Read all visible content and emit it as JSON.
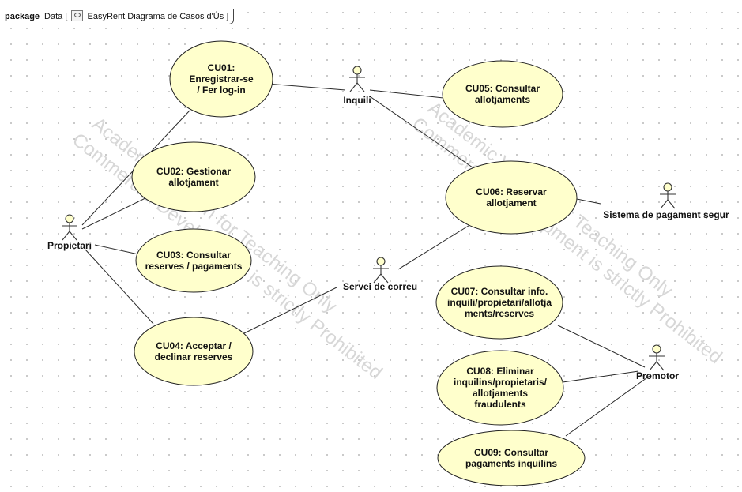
{
  "frame": {
    "keyword": "package",
    "name_prefix": "Data [",
    "diagram_name": "EasyRent Diagrama de Casos d'Ús ]"
  },
  "use_cases": [
    {
      "id": "cu01",
      "lines": [
        "CU01:",
        "Enregistrar-se",
        "/ Fer log-in"
      ]
    },
    {
      "id": "cu02",
      "lines": [
        "CU02: Gestionar",
        "allotjament"
      ]
    },
    {
      "id": "cu03",
      "lines": [
        "CU03: Consultar",
        "reserves / pagaments"
      ]
    },
    {
      "id": "cu04",
      "lines": [
        "CU04: Acceptar /",
        "declinar reserves"
      ]
    },
    {
      "id": "cu05",
      "lines": [
        "CU05: Consultar",
        "allotjaments"
      ]
    },
    {
      "id": "cu06",
      "lines": [
        "CU06: Reservar",
        "allotjament"
      ]
    },
    {
      "id": "cu07",
      "lines": [
        "CU07: Consultar info.",
        "inquili/propietari/allotja",
        "ments/reserves"
      ]
    },
    {
      "id": "cu08",
      "lines": [
        "CU08: Eliminar",
        "inquilins/propietaris/",
        "allotjaments",
        "fraudulents"
      ]
    },
    {
      "id": "cu09",
      "lines": [
        "CU09: Consultar",
        "pagaments inquilins"
      ]
    }
  ],
  "actors": [
    {
      "id": "inquili",
      "label": "Inquili"
    },
    {
      "id": "propietari",
      "label": "Propietari"
    },
    {
      "id": "servei",
      "label": "Servei de correu"
    },
    {
      "id": "pagament",
      "label": "Sistema de pagament segur"
    },
    {
      "id": "promotor",
      "label": "Promotor"
    }
  ],
  "associations": [
    [
      "inquili",
      "cu01"
    ],
    [
      "inquili",
      "cu05"
    ],
    [
      "inquili",
      "cu06"
    ],
    [
      "propietari",
      "cu01"
    ],
    [
      "propietari",
      "cu02"
    ],
    [
      "propietari",
      "cu03"
    ],
    [
      "propietari",
      "cu04"
    ],
    [
      "servei",
      "cu04"
    ],
    [
      "servei",
      "cu06"
    ],
    [
      "pagament",
      "cu06"
    ],
    [
      "promotor",
      "cu07"
    ],
    [
      "promotor",
      "cu08"
    ],
    [
      "promotor",
      "cu09"
    ]
  ],
  "watermark": [
    "Academic Version for Teaching Only",
    "Commercial Development is strictly Prohibited"
  ]
}
